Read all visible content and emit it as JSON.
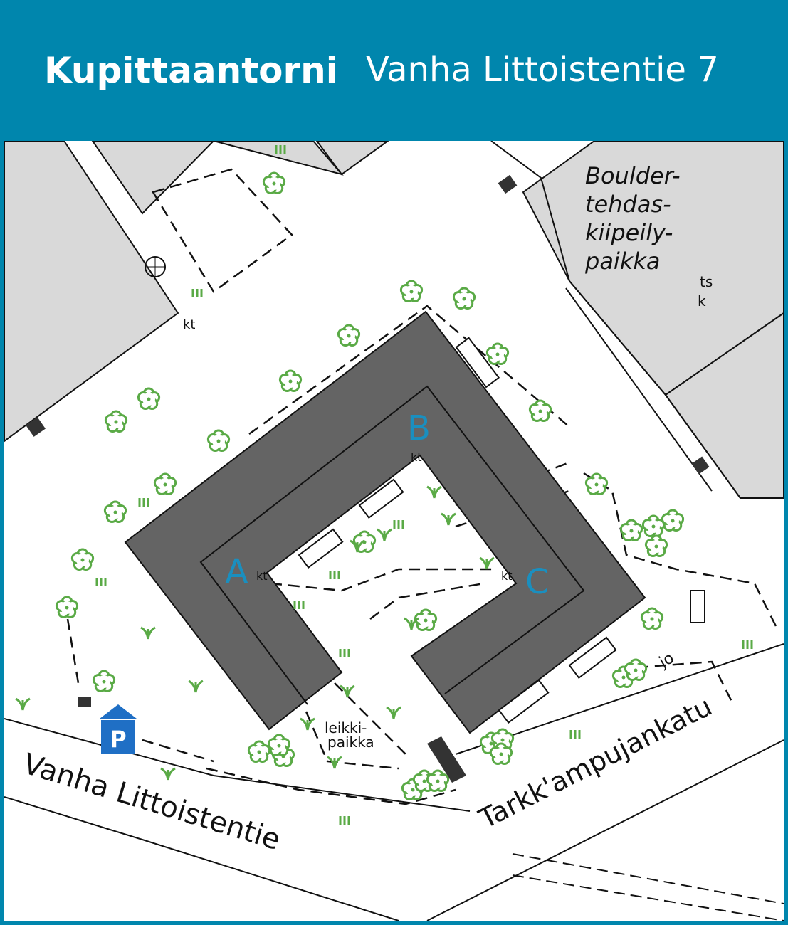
{
  "header": {
    "title": "Kupittaantorni",
    "address": "Vanha Littoistentie 7"
  },
  "map": {
    "colors": {
      "header": "#0086ad",
      "building": "#646464",
      "neighbor_building": "#d9d9d9",
      "vegetation": "#5aaa46",
      "entrance_letter": "#1a8fbf",
      "parking": "#1f6fc5"
    },
    "neighbor_label": [
      "Boulder-",
      "tehdas-",
      "kiipeily-",
      "paikka"
    ],
    "neighbor_note": [
      "ts",
      "k"
    ],
    "entrances": [
      "A",
      "B",
      "C"
    ],
    "waste_label": "kt",
    "playground_label": [
      "leikki-",
      "paikka"
    ],
    "jo_label": "jo",
    "streets": [
      "Vanha Littoistentie",
      "Tarkk'ampujankatu"
    ],
    "parking_label": "P",
    "icons": [
      "tree-icon",
      "shrub-icon",
      "lawn-icon",
      "stairs-icon",
      "parking-icon",
      "bicycle-rack-icon"
    ]
  }
}
